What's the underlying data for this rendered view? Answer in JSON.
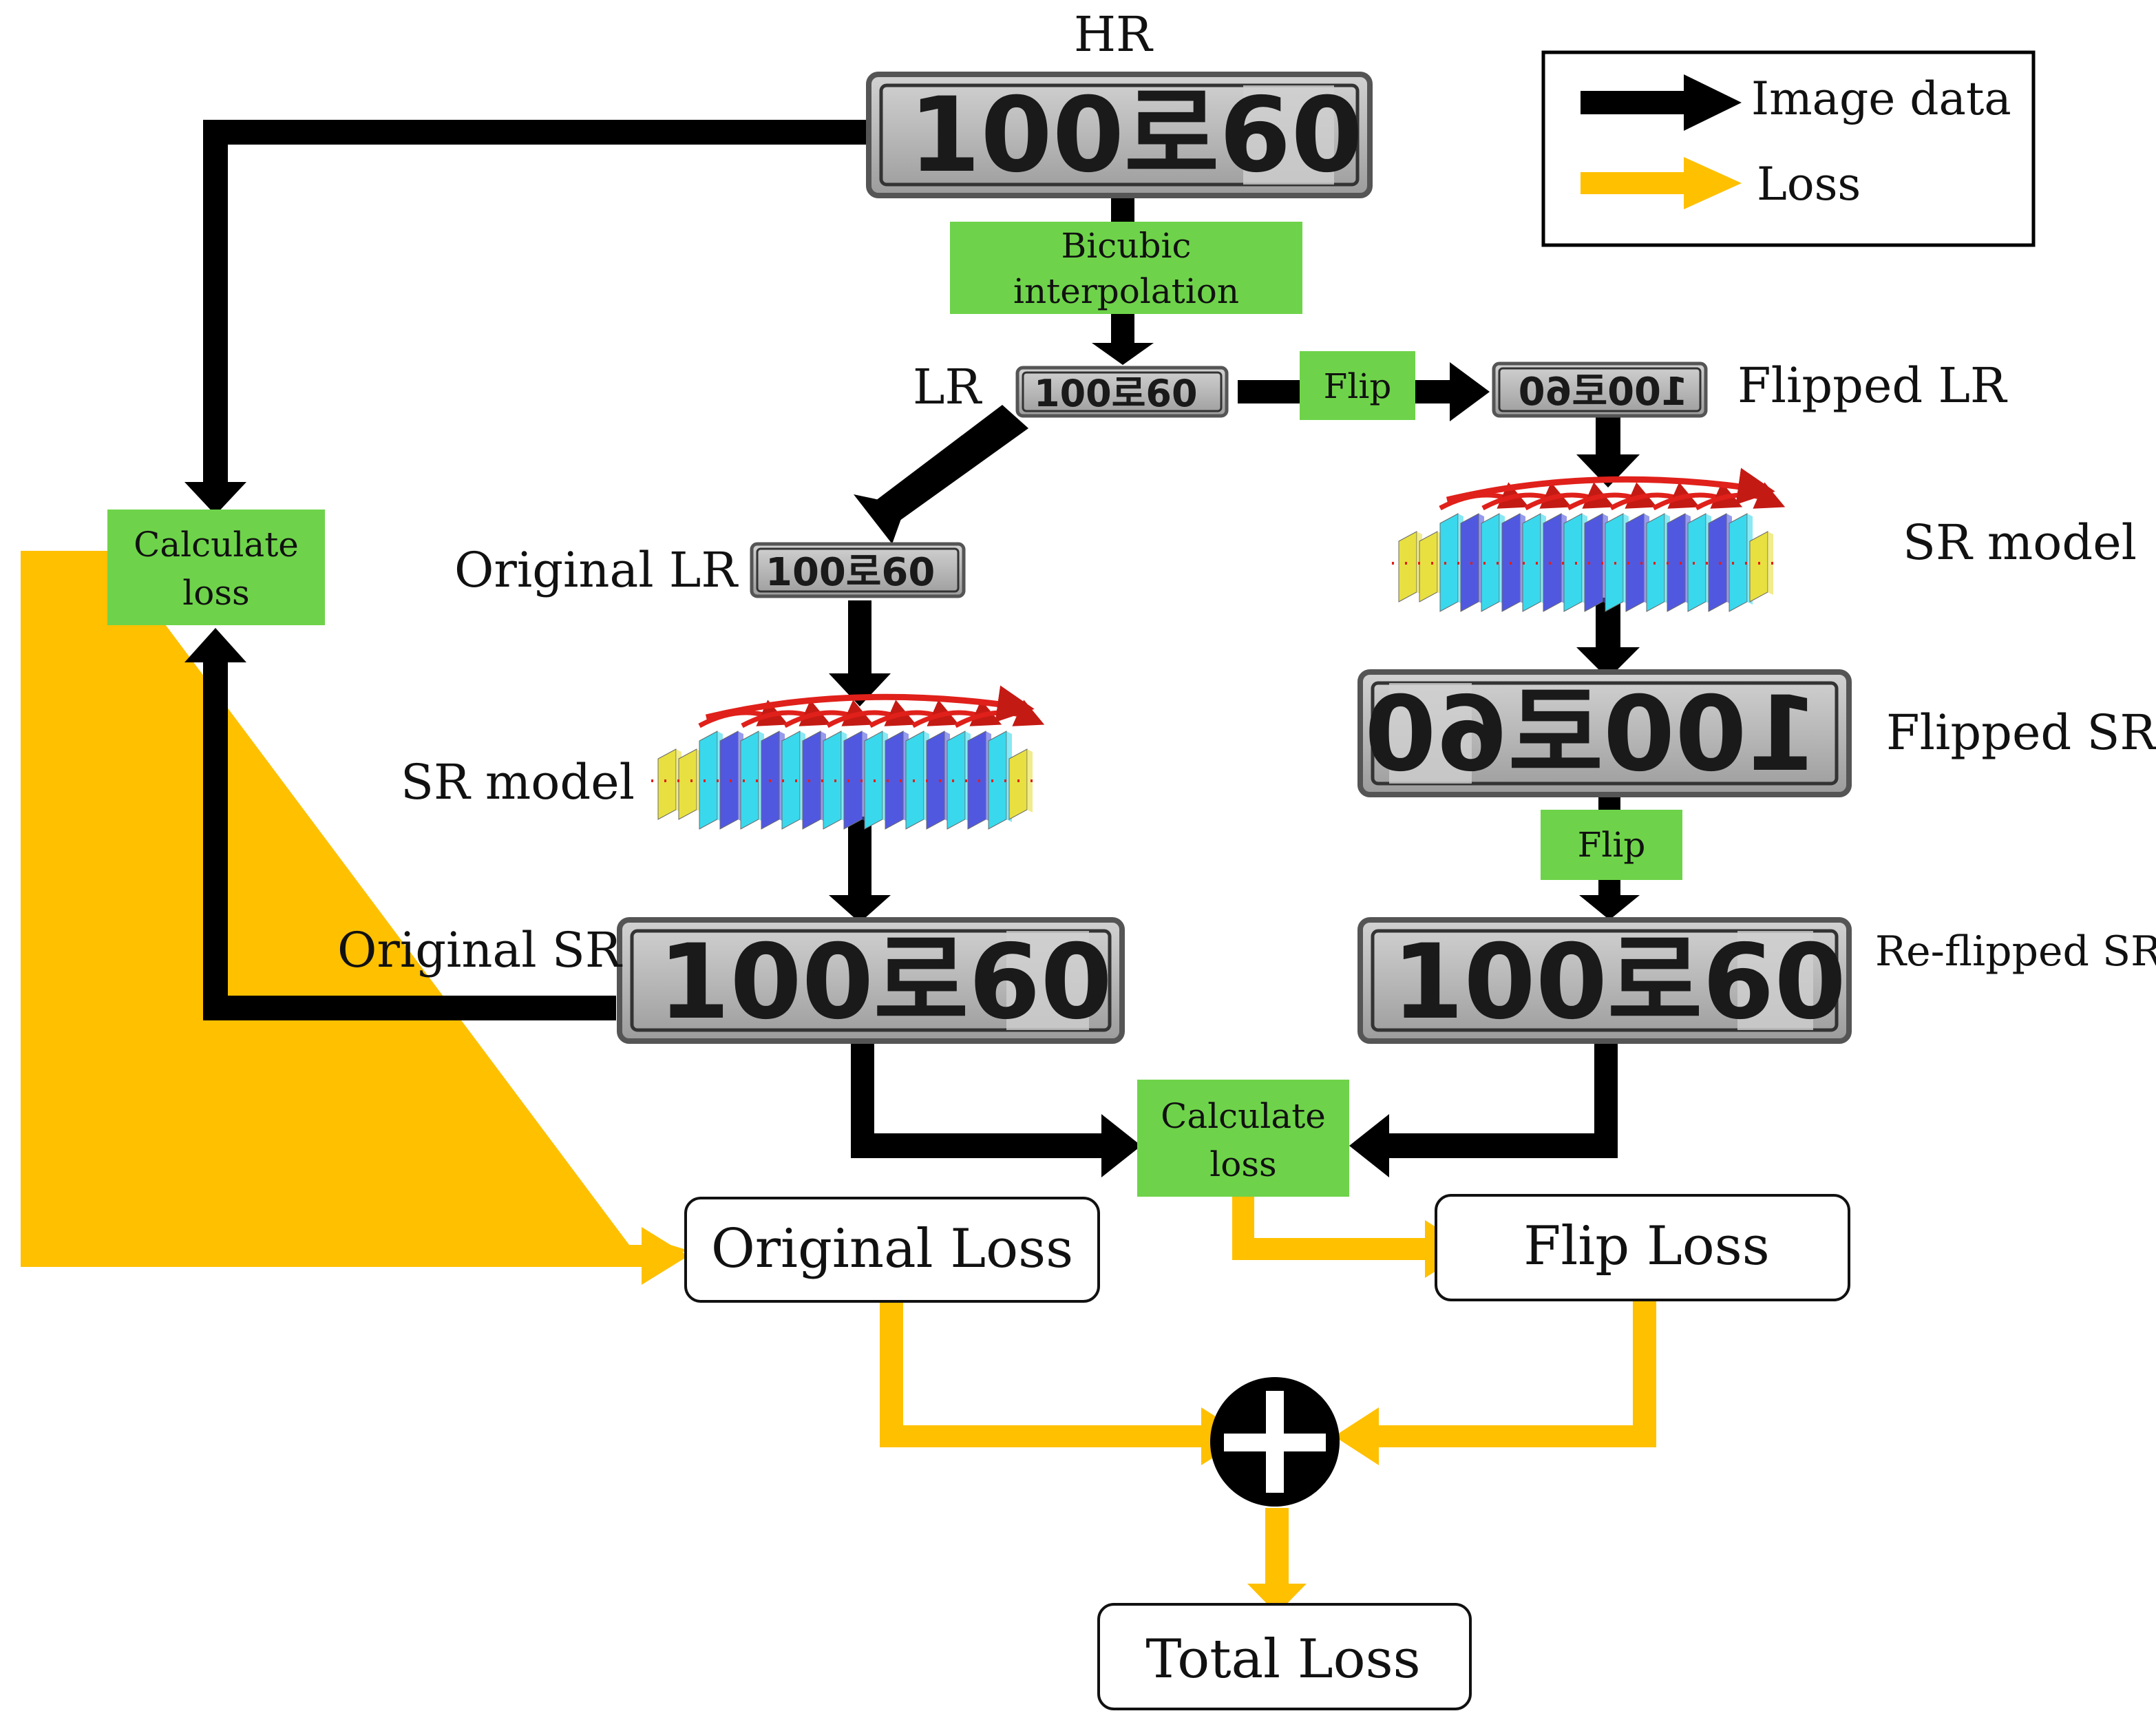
{
  "legend": {
    "image_data": "Image data",
    "loss": "Loss"
  },
  "labels": {
    "hr": "HR",
    "lr": "LR",
    "original_lr": "Original LR",
    "flipped_lr": "Flipped LR",
    "sr_model_left": "SR model",
    "sr_model_right": "SR model",
    "original_sr": "Original SR",
    "flipped_sr": "Flipped SR",
    "reflipped_sr": "Re-flipped SR"
  },
  "boxes": {
    "bicubic_line1": "Bicubic",
    "bicubic_line2": "interpolation",
    "flip_top": "Flip",
    "flip_right": "Flip",
    "calc_left_line1": "Calculate",
    "calc_left_line2": "loss",
    "calc_mid_line1": "Calculate",
    "calc_mid_line2": "loss",
    "original_loss": "Original Loss",
    "flip_loss": "Flip Loss",
    "total_loss": "Total Loss"
  },
  "plate_text": "100로60",
  "colors": {
    "image_arrow": "#000000",
    "loss_arrow": "#FFC000",
    "process_box": "#6ED34A",
    "plate_bg": "#B5B5B5",
    "sr_red": "#E0201A",
    "sr_blue": "#5058E0",
    "sr_cyan": "#3AD8EC",
    "sr_yellow": "#E8E040"
  }
}
